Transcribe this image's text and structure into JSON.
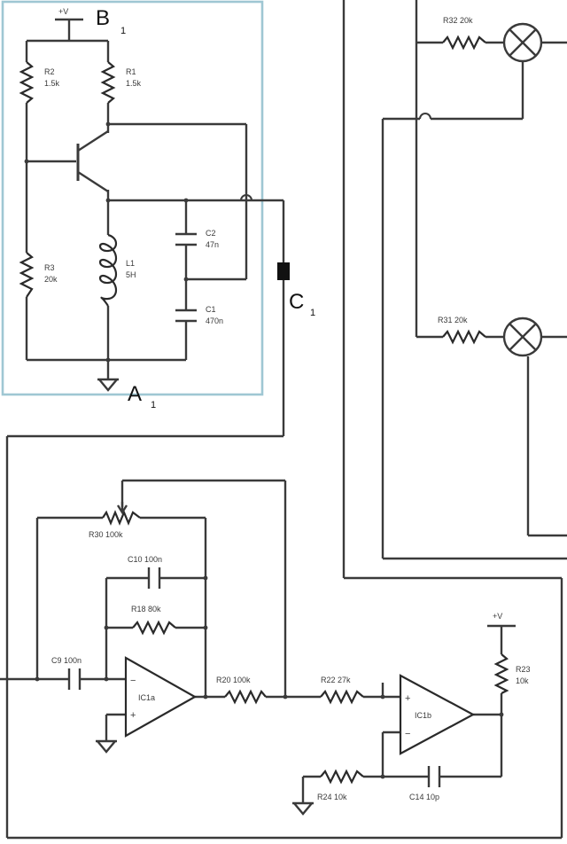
{
  "labels": {
    "vplus_top": "+V",
    "vplus_right": "+V",
    "b": "B",
    "b_sub": "1",
    "a": "A",
    "a_sub": "1",
    "c": "C",
    "c_sub": "1",
    "r2": "R2",
    "r2_val": "1.5k",
    "r1": "R1",
    "r1_val": "1.5k",
    "r3": "R3",
    "r3_val": "20k",
    "c2": "C2",
    "c2_val": "47n",
    "c1": "C1",
    "c1_val": "470n",
    "l1": "L1",
    "l1_val": "5H",
    "r32": "R32 20k",
    "r31": "R31 20k",
    "r30": "R30 100k",
    "c10": "C10 100n",
    "r18": "R18 80k",
    "c9": "C9 100n",
    "r20": "R20 100k",
    "r22": "R22 27k",
    "r23": "R23",
    "r23_val": "10k",
    "r24": "R24 10k",
    "c14": "C14 10p",
    "ic1a": "IC1a",
    "ic1b": "IC1b"
  }
}
